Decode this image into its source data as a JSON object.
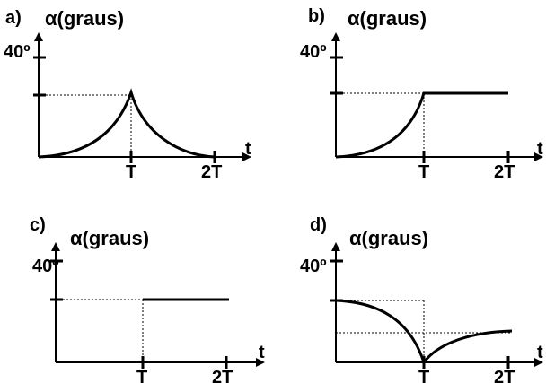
{
  "panels": [
    {
      "letter": "a)",
      "ylabel": "α(graus)",
      "ytick": "40º",
      "xlabel": "t",
      "xticks": [
        "T",
        "2T"
      ],
      "curve": "rise-then-fall"
    },
    {
      "letter": "b)",
      "ylabel": "α(graus)",
      "ytick": "40º",
      "xlabel": "t",
      "xticks": [
        "T",
        "2T"
      ],
      "curve": "rise-then-constant"
    },
    {
      "letter": "c)",
      "ylabel": "α(graus)",
      "ytick": "40º",
      "xlabel": "t",
      "xticks": [
        "T",
        "2T"
      ],
      "curve": "step-at-T"
    },
    {
      "letter": "d)",
      "ylabel": "α(graus)",
      "ytick": "40º",
      "xlabel": "t",
      "xticks": [
        "T",
        "2T"
      ],
      "curve": "fall-then-partial-rise"
    }
  ]
}
